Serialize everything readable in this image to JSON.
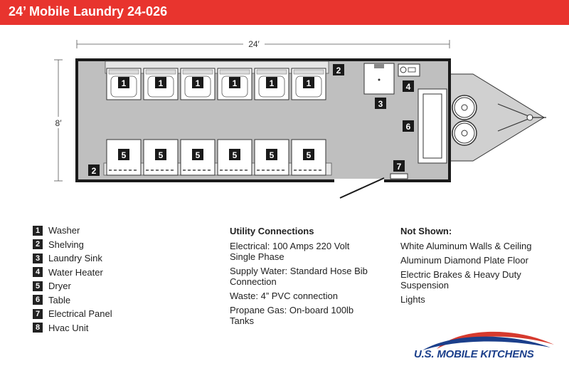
{
  "header": {
    "title": "24’ Mobile Laundry 24-026"
  },
  "dimensions": {
    "width_label": "24′",
    "height_label": "8′"
  },
  "plan_labels": {
    "washer_num": "1",
    "shelving_num": "2",
    "sink_num": "3",
    "heater_num": "4",
    "dryer_num": "5",
    "table_num": "6",
    "panel_num": "7"
  },
  "legend": [
    {
      "num": "1",
      "label": "Washer"
    },
    {
      "num": "2",
      "label": "Shelving"
    },
    {
      "num": "3",
      "label": "Laundry Sink"
    },
    {
      "num": "4",
      "label": "Water Heater"
    },
    {
      "num": "5",
      "label": "Dryer"
    },
    {
      "num": "6",
      "label": "Table"
    },
    {
      "num": "7",
      "label": "Electrical Panel"
    },
    {
      "num": "8",
      "label": "Hvac Unit"
    }
  ],
  "utility": {
    "title": "Utility Connections",
    "entries": [
      "Electrical: 100 Amps 220 Volt Single Phase",
      "Supply Water: Standard Hose Bib Connection",
      "Waste: 4” PVC connection",
      "Propane Gas: On-board 100lb Tanks"
    ]
  },
  "not_shown": {
    "title": "Not Shown:",
    "entries": [
      "White Aluminum Walls & Ceiling",
      "Aluminum Diamond Plate Floor",
      "Electric Brakes & Heavy Duty Suspension",
      "Lights"
    ]
  },
  "logo": {
    "text": "U.S. MOBILE KITCHENS"
  },
  "colors": {
    "header": "#e8342e",
    "floor": "#bfbfbf",
    "wall": "#1a1a1a",
    "logo_red": "#d63a2e",
    "logo_blue": "#1b3f8b"
  }
}
